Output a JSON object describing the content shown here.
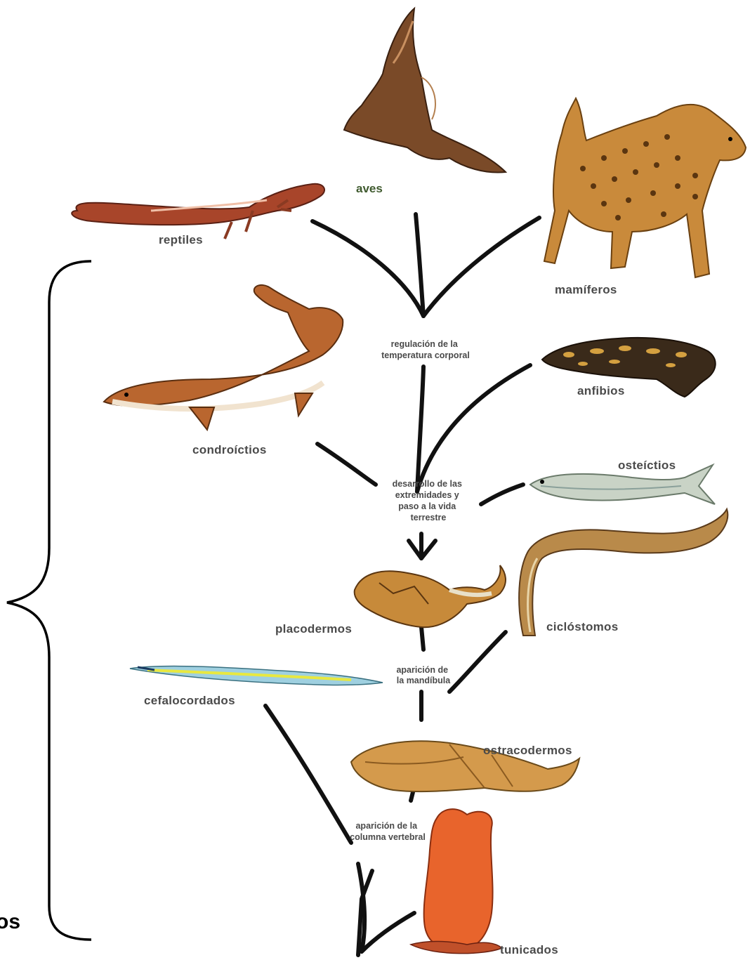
{
  "groups": {
    "bracket_label_tail": "os"
  },
  "taxa": {
    "reptiles": "reptiles",
    "aves": "aves",
    "mamiferos": "mamíferos",
    "condroictios": "condroíctios",
    "anfibios": "anfibios",
    "osteictios": "osteíctios",
    "placodermos": "placodermos",
    "ciclostomos": "ciclóstomos",
    "cefalocordados": "cefalocordados",
    "ostracodermos": "ostracodermos",
    "tunicados": "tunicados"
  },
  "events": {
    "temperatura": [
      "regulación de la",
      "temperatura corporal"
    ],
    "extremidades": [
      "desarrollo de las",
      "extremidades y",
      "paso a la vida",
      "terrestre"
    ],
    "mandibula": [
      "aparición de",
      "la mandíbula"
    ],
    "columna": [
      "aparición de la",
      "columna vertebral"
    ]
  },
  "colors": {
    "reptile": "#a8452a",
    "bird": "#7a4a28",
    "hyena": "#c98a3b",
    "shark": "#b9662f",
    "salamander": "#3a2a1a",
    "bony_fish": "#c9d3c6",
    "placoderm": "#c78a3a",
    "lamprey": "#b98a4a",
    "lancelet": "#9fd0e0",
    "ostracoderm": "#d49a4c",
    "tunicate": "#e8642c"
  }
}
